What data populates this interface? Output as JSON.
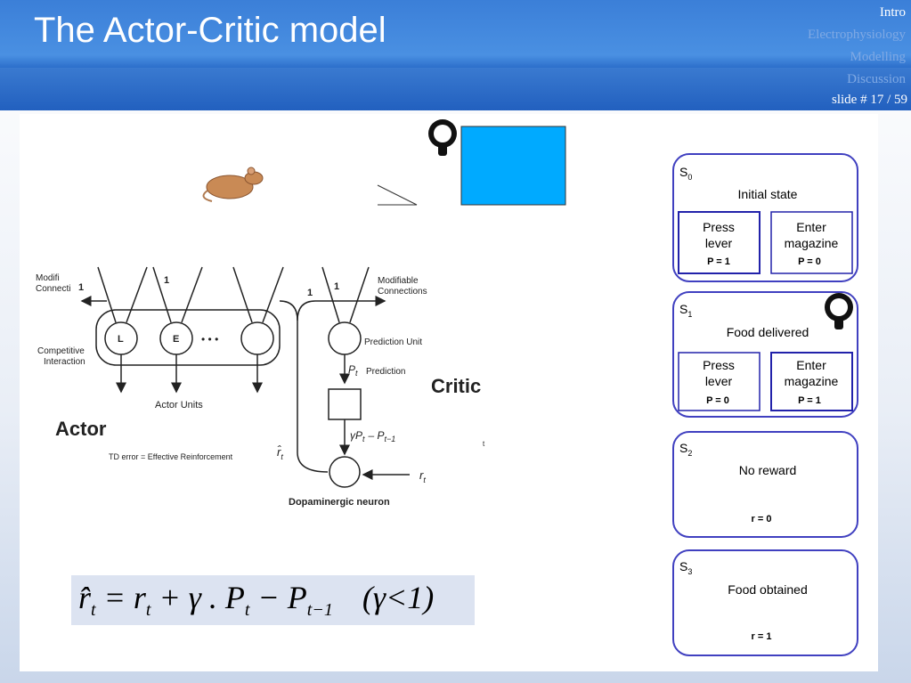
{
  "slide": {
    "title": "The Actor-Critic model",
    "nav": [
      "Intro",
      "Electrophysiology",
      "Modelling",
      "Discussion"
    ],
    "slide_number": "slide # 17 / 59"
  },
  "diagram": {
    "actor_label": "Actor",
    "critic_label": "Critic",
    "modifiable_left": [
      "Modifi",
      "Connecti"
    ],
    "modifiable_right": [
      "Modifiable",
      "Connections"
    ],
    "competitive": [
      "Competitive",
      "Interaction"
    ],
    "unit_L": "L",
    "unit_E": "E",
    "ellipsis": "• • •",
    "weights": [
      "1",
      "1",
      "1",
      "1"
    ],
    "actor_units": "Actor Units",
    "prediction_unit": "Prediction Unit",
    "prediction": "Prediction",
    "p_t": "P",
    "p_sub": "t",
    "td_expr": "γP",
    "td_expr_rest": "– P",
    "td_sub1": "t",
    "td_sub2": "t−1",
    "td_error": "TD error  = Effective Reinforcement",
    "r_hat": "r̂",
    "r_sub": "t",
    "r_in": "r",
    "dopamine": "Dopaminergic neuron",
    "stray_t": "t"
  },
  "states": [
    {
      "id": "S",
      "sub": "0",
      "title": "Initial state",
      "actions": [
        {
          "label1": "Press",
          "label2": "lever",
          "p": "P = 1"
        },
        {
          "label1": "Enter",
          "label2": "magazine",
          "p": "P = 0"
        }
      ]
    },
    {
      "id": "S",
      "sub": "1",
      "title": "Food delivered",
      "actions": [
        {
          "label1": "Press",
          "label2": "lever",
          "p": "P = 0"
        },
        {
          "label1": "Enter",
          "label2": "magazine",
          "p": "P = 1"
        }
      ]
    },
    {
      "id": "S",
      "sub": "2",
      "title": "No reward",
      "reward": "r = 0"
    },
    {
      "id": "S",
      "sub": "3",
      "title": "Food obtained",
      "reward": "r = 1"
    }
  ],
  "formula": {
    "lhs": "r̂",
    "lhs_sub": "t",
    "eq": "= r",
    "r_sub": "t",
    "mid": "+ γ . P",
    "p_sub": "t",
    "minus": "− P",
    "p_sub2": "t−1",
    "cond": "(γ<1)"
  },
  "colors": {
    "header": "#3b7fd8",
    "blue_box": "#00aaff",
    "state_border": "#4040c0"
  }
}
